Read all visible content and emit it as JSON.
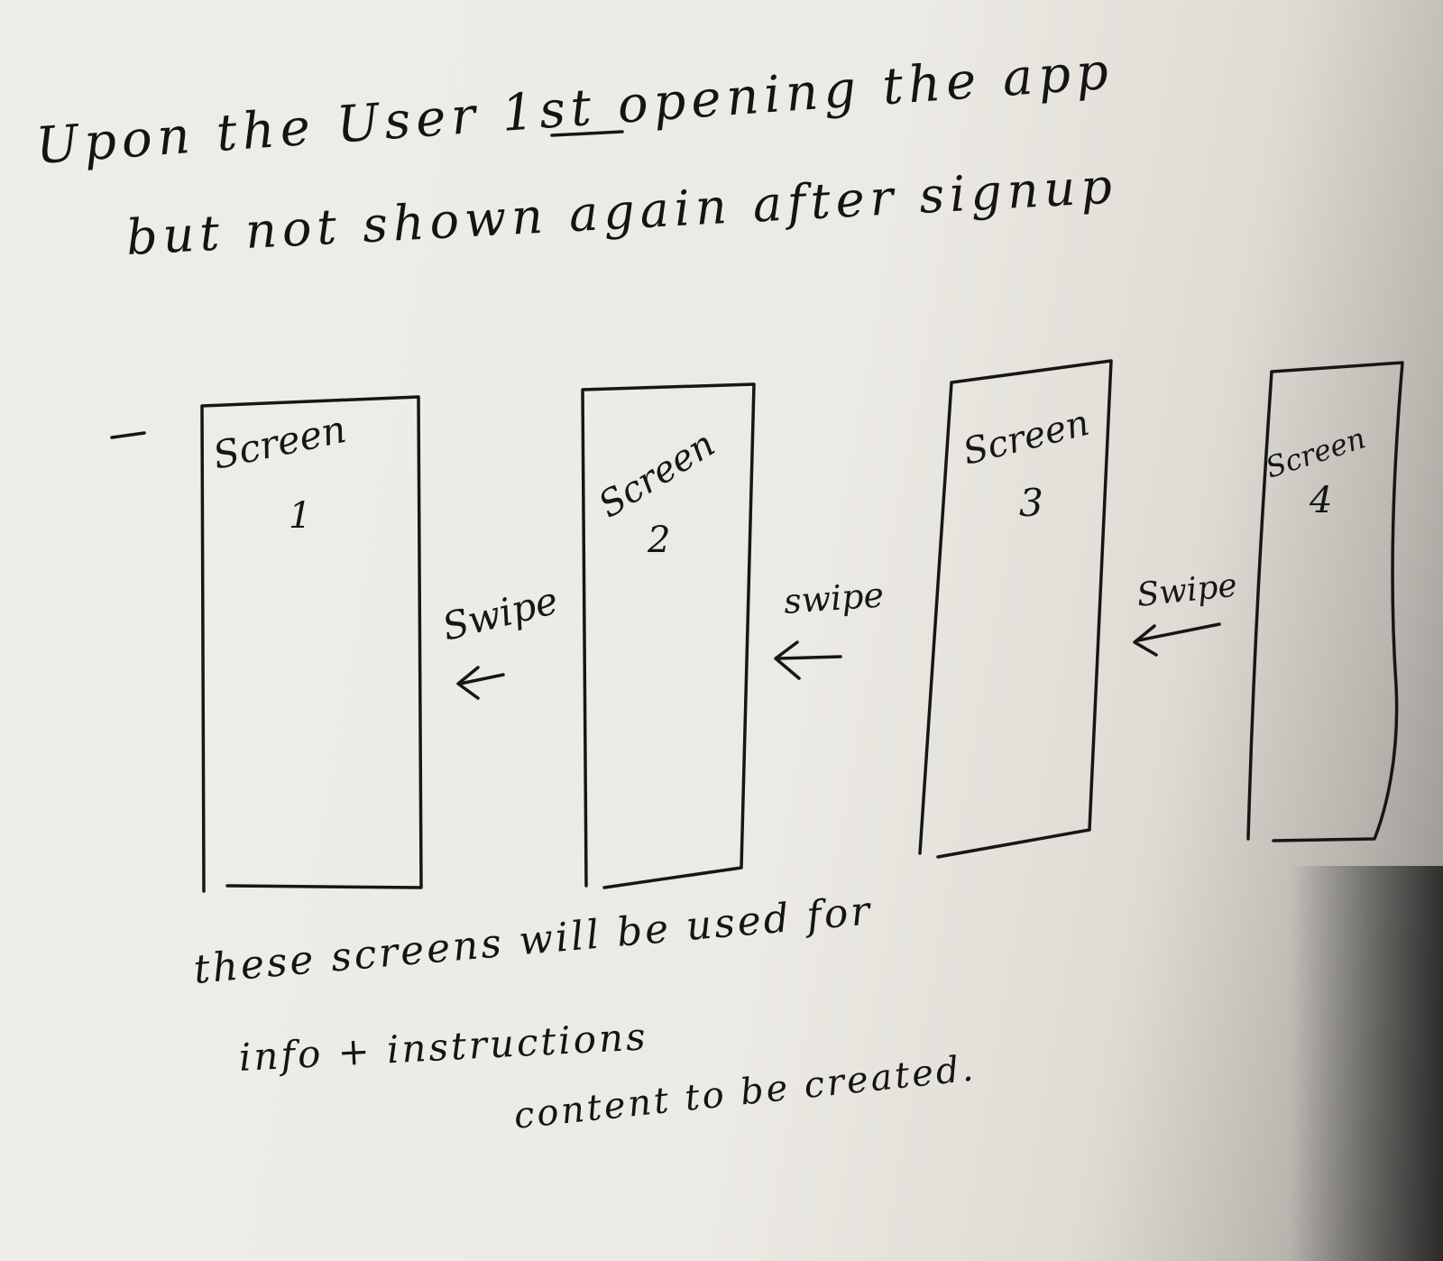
{
  "intro": {
    "line1": "Upon the User 1st opening the app",
    "line2": "but not shown again after signup"
  },
  "screens": [
    {
      "title": "Screen",
      "number": "1"
    },
    {
      "title": "Screen",
      "number": "2"
    },
    {
      "title": "Screen",
      "number": "3"
    },
    {
      "title": "Screen",
      "number": "4"
    }
  ],
  "swipes": [
    {
      "label": "Swipe"
    },
    {
      "label": "swipe"
    },
    {
      "label": "Swipe"
    }
  ],
  "notes": {
    "line1": "these screens will be used for",
    "line2": "info + instructions",
    "line3": "content to be created."
  }
}
